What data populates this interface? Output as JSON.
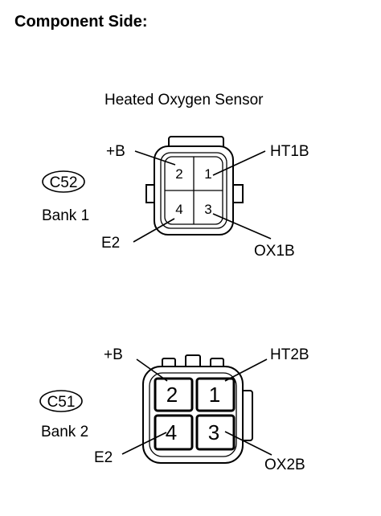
{
  "heading": "Component Side:",
  "sensor_title": "Heated Oxygen Sensor",
  "connector_bank1": {
    "code": "C52",
    "bank": "Bank 1",
    "pins": [
      "1",
      "2",
      "3",
      "4"
    ],
    "labels": {
      "plus_b": "+B",
      "ht": "HT1B",
      "e2": "E2",
      "ox": "OX1B"
    }
  },
  "connector_bank2": {
    "code": "C51",
    "bank": "Bank 2",
    "pins": [
      "1",
      "2",
      "3",
      "4"
    ],
    "labels": {
      "plus_b": "+B",
      "ht": "HT2B",
      "e2": "E2",
      "ox": "OX2B"
    }
  }
}
